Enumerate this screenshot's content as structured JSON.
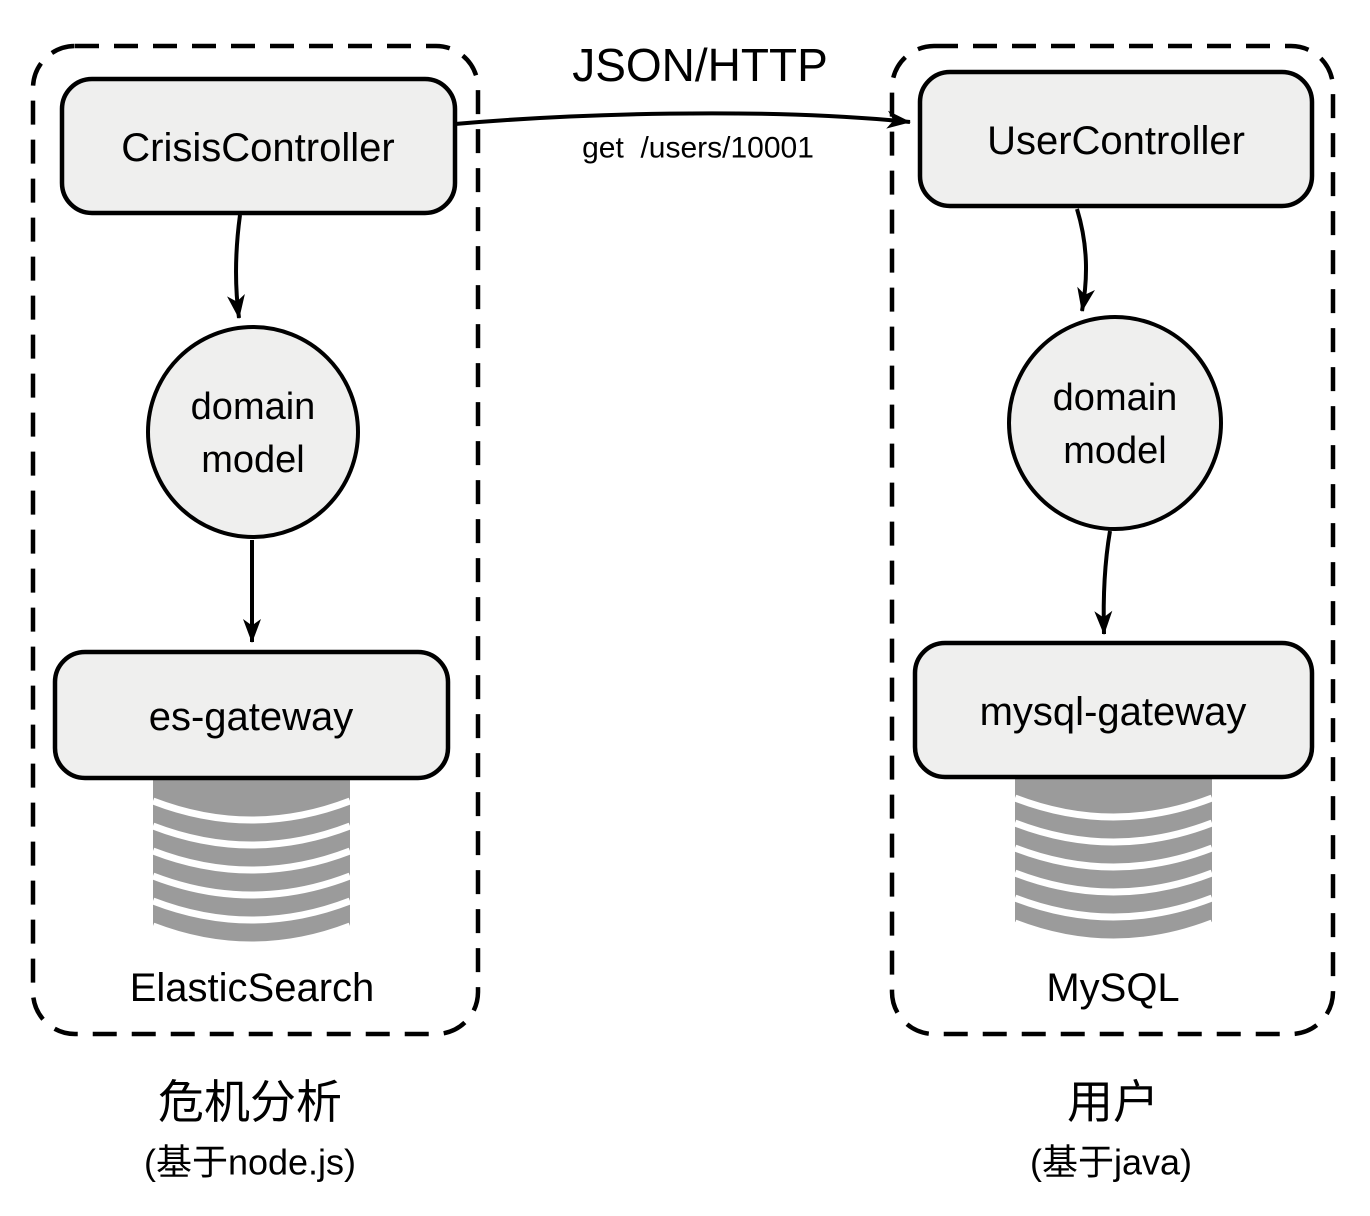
{
  "colors": {
    "node_fill": "#efefee",
    "node_stroke": "#000000",
    "cylinder_fill": "#9b9b9b",
    "background": "#ffffff"
  },
  "connection": {
    "protocol": "JSON/HTTP",
    "request": "get  /users/10001"
  },
  "left_service": {
    "controller": "CrisisController",
    "domain_model": {
      "line1": "domain",
      "line2": "model"
    },
    "gateway": "es-gateway",
    "database": "ElasticSearch",
    "title": "危机分析",
    "subtitle": "(基于node.js)"
  },
  "right_service": {
    "controller": "UserController",
    "domain_model": {
      "line1": "domain",
      "line2": "model"
    },
    "gateway": "mysql-gateway",
    "database": "MySQL",
    "title": "用户",
    "subtitle": "(基于java)"
  }
}
